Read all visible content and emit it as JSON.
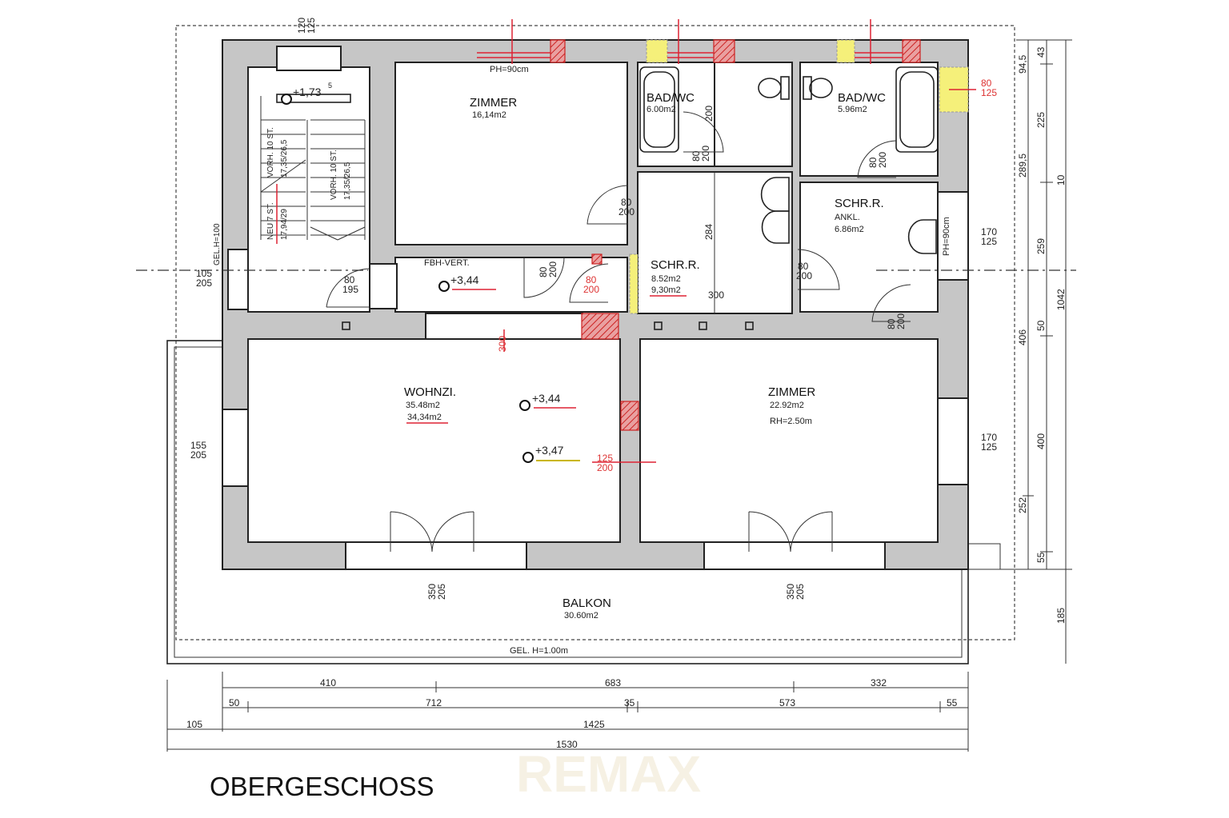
{
  "title": "OBERGESCHOSS",
  "watermark": "REMAX",
  "rooms": {
    "zimmer_top": {
      "name": "ZIMMER",
      "area": "16,14m2",
      "note": "PH=90cm"
    },
    "bad_left": {
      "name": "BAD/WC",
      "area": "6.00m2"
    },
    "bad_right": {
      "name": "BAD/WC",
      "area": "5.96m2"
    },
    "schr_left": {
      "name": "SCHR.R.",
      "area": "8.52m2",
      "area2": "9,30m2"
    },
    "schr_right": {
      "name": "SCHR.R.",
      "sub": "ANKL.",
      "area": "6.86m2",
      "note": "PH=90cm"
    },
    "fbh": {
      "name": "FBH-VERT."
    },
    "wohnzi": {
      "name": "WOHNZI.",
      "area": "35.48m2",
      "area2": "34,34m2"
    },
    "zimmer_right": {
      "name": "ZIMMER",
      "area": "22.92m2",
      "note": "RH=2.50m"
    },
    "balkon": {
      "name": "BALKON",
      "area": "30.60m2",
      "note": "GEL. H=1.00m"
    }
  },
  "levels": [
    "+1,73",
    "5",
    "+3,44",
    "+3,44",
    "+3,47"
  ],
  "stairs": {
    "flight1": "VORH. 10 ST.",
    "flight1_dim": "17,35/26,5",
    "flight2": "VORH. 10 ST.",
    "flight2_dim": "17,35/26,5",
    "flight3": "NEU 7 ST.",
    "flight3_dim": "17,94/29"
  },
  "openings": {
    "top_left": [
      "120",
      "125"
    ],
    "left_window1": [
      "105",
      "205"
    ],
    "left_window2": [
      "155",
      "205"
    ],
    "left_gel": "GEL.H=100",
    "stair_door": [
      "80",
      "195"
    ],
    "zimmer_door": [
      "80",
      "200"
    ],
    "fbh_door": [
      "80",
      "200"
    ],
    "red_door": [
      "80",
      "200"
    ],
    "bad_left_door": [
      "80",
      "200"
    ],
    "bad_right_door": [
      "80",
      "200"
    ],
    "schr_door": [
      "80",
      "200"
    ],
    "schr_right_door": [
      "80",
      "200"
    ],
    "right_window_red": [
      "80",
      "125"
    ],
    "right_window1": [
      "170",
      "125"
    ],
    "right_window2": [
      "170",
      "125"
    ],
    "wohn_red": [
      "125",
      "200"
    ],
    "red_vertical": "300",
    "balcony_door1": [
      "350",
      "205"
    ],
    "balcony_door2": [
      "350",
      "205"
    ],
    "inner_200": "200",
    "inner_284": "284",
    "inner_300": "300"
  },
  "dims_right": [
    "94,5",
    "43",
    "225",
    "289,5",
    "10",
    "259",
    "406",
    "50",
    "1042",
    "400",
    "252",
    "55",
    "185"
  ],
  "dims_bottom": {
    "row1": [
      "410",
      "683",
      "332"
    ],
    "row2": [
      "50",
      "712",
      "35",
      "573",
      "55"
    ],
    "row3": [
      "105",
      "1425"
    ],
    "row4": [
      "1530"
    ]
  },
  "colors": {
    "wall": "#c6c6c6",
    "demolition": "#d23333",
    "new": "#f5f07a"
  }
}
